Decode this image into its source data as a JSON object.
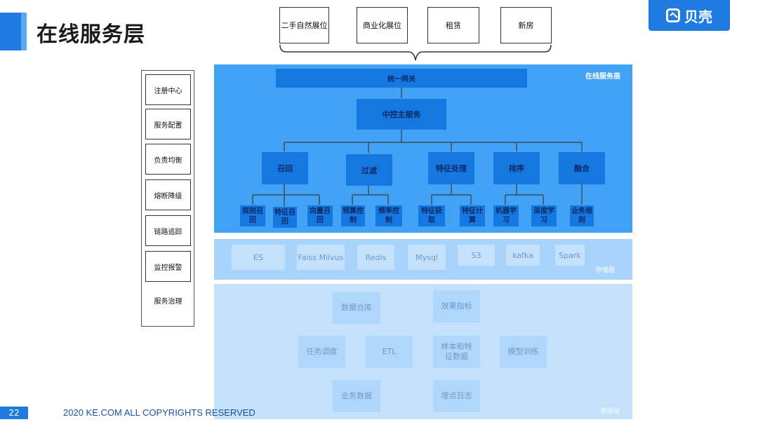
{
  "page": {
    "title": "在线服务层",
    "logo_text": "贝壳",
    "page_number": "22",
    "footer": "2020 KE.COM ALL COPYRIGHTS  RESERVED"
  },
  "scenarios": [
    "二手自然展位",
    "商业化展位",
    "租赁",
    "新房"
  ],
  "governance": {
    "boxed_items": [
      "注册中心",
      "服务配置",
      "负责均衡",
      "熔断降级",
      "链路追踪",
      "监控报警"
    ],
    "plain_item": "服务治理"
  },
  "online_layer": {
    "label": "在线服务层",
    "gateway": "统一网关",
    "controller": "中控主服务",
    "modules": [
      {
        "name": "召回",
        "children": [
          "规则召回",
          "特征召回",
          "向量召回"
        ]
      },
      {
        "name": "过滤",
        "children": [
          "预算控制",
          "频率控制"
        ]
      },
      {
        "name": "特征处理",
        "children": [
          "特征获取",
          "特征计算"
        ]
      },
      {
        "name": "排序",
        "children": [
          "机器学习",
          "深度学习"
        ]
      },
      {
        "name": "融合",
        "children": [
          "业务规则"
        ]
      }
    ]
  },
  "storage_layer": {
    "label": "存储层",
    "items": [
      "ES",
      "Faiss Milvus",
      "Redis",
      "Mysql",
      "S3",
      "kafka",
      "Spark"
    ]
  },
  "data_layer": {
    "label": "数据层",
    "items": [
      "数据仓库",
      "效果指标",
      "任务调度",
      "ETL",
      "样本和特征数据",
      "模型训练",
      "业务数据",
      "埋点日志"
    ]
  },
  "colors": {
    "accent": "#1f7be0",
    "online_layer_bg": "#42a2f5",
    "online_node_bg": "#1478e0",
    "storage_layer_bg": "#a8d3fb",
    "data_layer_bg": "#c4e1fc"
  }
}
